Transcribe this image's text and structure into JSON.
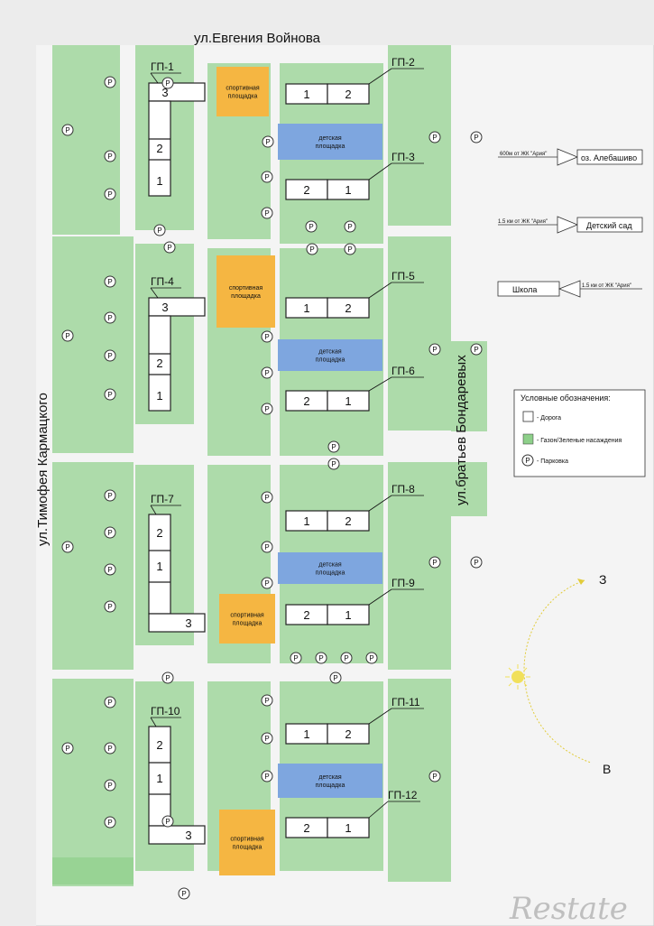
{
  "streets": {
    "north": "ул.Евгения Войнова",
    "west": "ул.Тимофея Кармацкого",
    "east": "ул.братьев Бондаревых"
  },
  "zone_labels": {
    "sport_line1": "спортивная",
    "sport_line2": "площадка",
    "kids_line1": "детская",
    "kids_line2": "площадка"
  },
  "buildings": [
    {
      "id": "ГП-1",
      "sections": [
        "3",
        "2",
        "1"
      ]
    },
    {
      "id": "ГП-2",
      "sections": [
        "1",
        "2"
      ]
    },
    {
      "id": "ГП-3",
      "sections": [
        "2",
        "1"
      ]
    },
    {
      "id": "ГП-4",
      "sections": [
        "3",
        "2",
        "1"
      ]
    },
    {
      "id": "ГП-5",
      "sections": [
        "1",
        "2"
      ]
    },
    {
      "id": "ГП-6",
      "sections": [
        "2",
        "1"
      ]
    },
    {
      "id": "ГП-7",
      "sections": [
        "2",
        "1",
        "3"
      ]
    },
    {
      "id": "ГП-8",
      "sections": [
        "1",
        "2"
      ]
    },
    {
      "id": "ГП-9",
      "sections": [
        "2",
        "1"
      ]
    },
    {
      "id": "ГП-10",
      "sections": [
        "2",
        "1",
        "3"
      ]
    },
    {
      "id": "ГП-11",
      "sections": [
        "1",
        "2"
      ]
    },
    {
      "id": "ГП-12",
      "sections": [
        "2",
        "1"
      ]
    }
  ],
  "parking_symbol": "P",
  "destinations": [
    {
      "distance": "600м от ЖК \"Ария\"",
      "name": "оз. Алебашиво"
    },
    {
      "distance": "1.5 км от ЖК \"Ария\"",
      "name": "Детский сад"
    },
    {
      "distance": "1.5 км от ЖК \"Ария\"",
      "name": "Школа"
    }
  ],
  "legend": {
    "title": "Условные обозначения:",
    "road": "- Дорога",
    "green": "- Газон/Зеленые насаждения",
    "parking": "- Парковка"
  },
  "compass": {
    "west": "З",
    "east": "В"
  },
  "watermark": "Restate",
  "colors": {
    "green": "#8ed08a",
    "sport": "#f5b642",
    "kids": "#7ea6df",
    "sun": "#f1e05a"
  }
}
